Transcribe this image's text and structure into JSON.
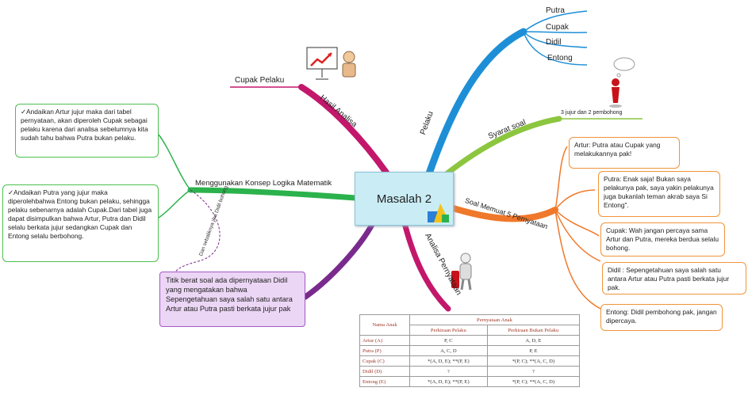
{
  "center": {
    "title": "Masalah 2"
  },
  "branches": {
    "pelaku": {
      "label": "Pelaku",
      "leaves": [
        "Putra",
        "Cupak",
        "Didil",
        "Entong"
      ]
    },
    "syarat": {
      "label": "Syarat soal",
      "note": "3 jujur dan 2 pembohong"
    },
    "soal": {
      "label": "Soal Memuat 5 Pernyataan",
      "statements": [
        "Artur: Putra atau Cupak yang melakukannya pak!",
        "Putra: Enak saja! Bukan saya pelakunya pak, saya yakin pelakunya juga bukanlah teman akrab saya Si Entong\".",
        "Cupak: Wah jangan percaya sama Artur dan Putra, mereka berdua selalu bohong.",
        "Didil : Sepengetahuan saya salah satu antara Artur atau Putra pasti berkata jujur pak.",
        "Entong: Didil pembohong pak, jangan dipercaya."
      ]
    },
    "analisa": {
      "label": "Analisa Pernyataan"
    },
    "titik": {
      "text": "Titik berat soal ada dipernyataan Didil yang mengatakan bahwa Sepengetahuan saya salah satu antara Artur atau Putra pasti berkata jujur pak",
      "curve_label": "Dan sebaliknya jika Didil bohong"
    },
    "konsep": {
      "label": "Menggunakan Konsep Logika Matematik",
      "boxes": [
        "✓Andaikan Artur jujur maka dari tabel pernyataan, akan diperoleh Cupak sebagai pelaku karena dari analisa sebelumnya kita sudah tahu bahwa Putra bukan pelaku.",
        "✓Andaikan Putra yang jujur maka diperolehbahwa Entong bukan pelaku, sehingga pelaku sebenarnya adalah Cupak.Dari tabel juga dapat disimpulkan bahwa Artur, Putra dan Didil selalu berkata jujur sedangkan Cupak dan Entong selalu berbohong."
      ]
    },
    "hasil": {
      "label": "Hasil Analisa",
      "leaf": "Cupak Pelaku"
    }
  },
  "table": {
    "col_name": "Nama Anak",
    "col_group": "Pernyataan Anak",
    "col_a": "Perkiraan Pelaku",
    "col_b": "Perkiraan Bukan Pelaku",
    "rows": [
      {
        "name": "Artur",
        "code": "(A)",
        "a": "P,  C",
        "b": "A,  D,  E"
      },
      {
        "name": "Putra",
        "code": "(P)",
        "a": "A,  C,  D",
        "b": "P,  E"
      },
      {
        "name": "Cupak",
        "code": "(C)",
        "a": "*(A, D, E);  **(P, E)",
        "b": "*(P,  C);  **(A, C, D)"
      },
      {
        "name": "Didil",
        "code": "(D)",
        "a": "?",
        "b": "?"
      },
      {
        "name": "Entong",
        "code": "(E)",
        "a": "*(A, D, E);  **(P, E)",
        "b": "*(P,  C);  **(A, C, D)"
      }
    ]
  },
  "colors": {
    "pelaku": "#1e8fd6",
    "syarat": "#8cc63f",
    "soal": "#f0782a",
    "analisa": "#c3176b",
    "titik": "#7a2a8c",
    "konsep": "#2bb24c",
    "hasil": "#c3176b"
  }
}
